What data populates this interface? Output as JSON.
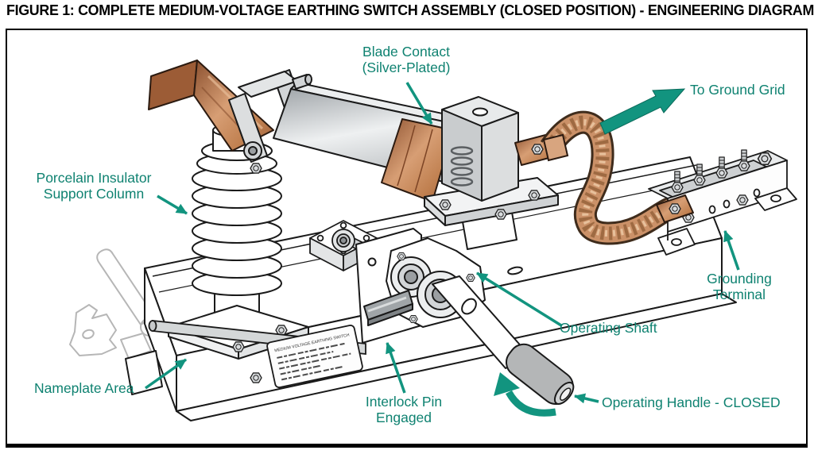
{
  "figure": {
    "title": "FIGURE 1: COMPLETE MEDIUM-VOLTAGE EARTHING SWITCH ASSEMBLY (CLOSED POSITION) - ENGINEERING DIAGRAM",
    "switch_position": "CLOSED"
  },
  "labels": {
    "blade_contact": "Blade Contact\n(Silver-Plated)",
    "to_ground_grid": "To Ground Grid",
    "porcelain_insulator": "Porcelain Insulator\nSupport Column",
    "grounding_terminal": "Grounding\nTerminal",
    "operating_shaft": "Operating Shaft",
    "nameplate_area": "Nameplate Area",
    "interlock_pin": "Interlock Pin\nEngaged",
    "operating_handle": "Operating Handle - CLOSED"
  },
  "nameplate": {
    "heading": "MEDIUM VOLTAGE EARTHING SWITCH"
  },
  "colors": {
    "annotation_teal": "#12947F",
    "label_teal": "#0F8271",
    "copper": "#C98E66",
    "copper_dark": "#8A4F2E",
    "copper_light": "#E2B28C",
    "silver": "#D7DADC",
    "steel_gray": "#B4B6B7",
    "ghost_gray": "#B6B6B6",
    "outline_black": "#1A1A1A",
    "background": "#FFFFFF"
  }
}
